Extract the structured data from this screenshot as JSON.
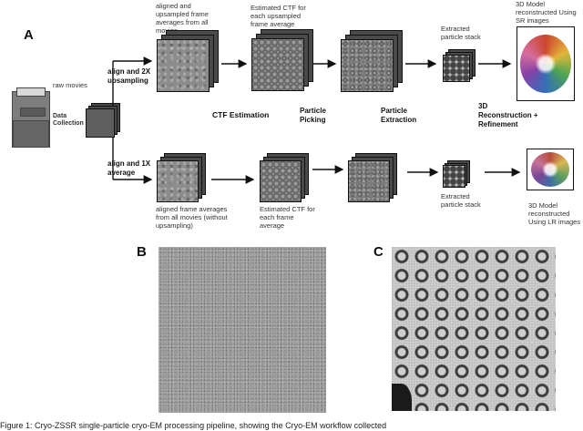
{
  "panel_labels": {
    "a": "A",
    "b": "B",
    "c": "C"
  },
  "top_row": {
    "frame_avg_caption": "aligned and upsampled frame averages from all movies",
    "ctf_caption": "Estimated CTF for each upsampled frame average",
    "stack_caption": "Extracted particle stack",
    "model_caption": "3D Model reconstructed Using SR images"
  },
  "bottom_row": {
    "frame_avg_caption": "aligned frame averages from all movies (without upsampling)",
    "ctf_caption": "Estimated CTF for each frame average",
    "stack_caption": "Extracted particle stack",
    "model_caption": "3D Model reconstructed Using LR images"
  },
  "left": {
    "raw_movies": "raw movies",
    "data_collection": "Data Collection",
    "align_2x": "align and 2X upsampling",
    "align_1x": "align and 1X average"
  },
  "steps": {
    "ctf": "CTF Estimation",
    "picking": "Particle Picking",
    "extraction": "Particle Extraction",
    "reconstruction": "3D Reconstruction + Refinement"
  },
  "caption_fragment": "Figure 1: Cryo-ZSSR single-particle cryo-EM processing pipeline, showing the Cryo-EM workflow collected"
}
